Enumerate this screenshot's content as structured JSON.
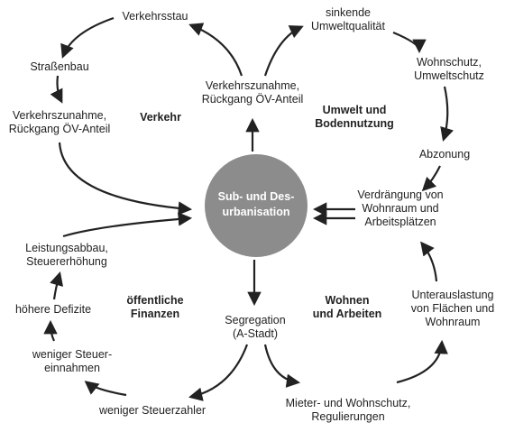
{
  "center": {
    "label": "Sub- und Des-\nurbanisation",
    "fill_color": "#8c8c8c"
  },
  "sections": {
    "verkehr": "Verkehr",
    "umwelt": "Umwelt und\nBodennutzung",
    "finanzen": "öffentliche\nFinanzen",
    "wohnen": "Wohnen\nund Arbeiten"
  },
  "nodes": {
    "verkehrsstau": "Verkehrsstau",
    "strassenbau": "Straßenbau",
    "verkehrszunahme_left": "Verkehrszunahme,\nRückgang ÖV-Anteil",
    "verkehrszunahme_top": "Verkehrszunahme,\nRückgang ÖV-Anteil",
    "sinkende_umweltqualitaet": "sinkende\nUmweltqualität",
    "wohnschutz_umweltschutz": "Wohnschutz,\nUmweltschutz",
    "abzonung": "Abzonung",
    "verdraengung": "Verdrängung von\nWohnraum und\nArbeitsplätzen",
    "unterauslastung": "Unterauslastung\nvon Flächen und\nWohnraum",
    "mieterschutz": "Mieter- und Wohnschutz,\nRegulierungen",
    "segregation": "Segregation\n(A-Stadt)",
    "weniger_steuerzahler": "weniger Steuerzahler",
    "weniger_steuereinnahmen": "weniger Steuer-\neinnahmen",
    "hoehere_defizite": "höhere Defizite",
    "leistungsabbau": "Leistungsabbau,\nSteuererhöhung"
  }
}
